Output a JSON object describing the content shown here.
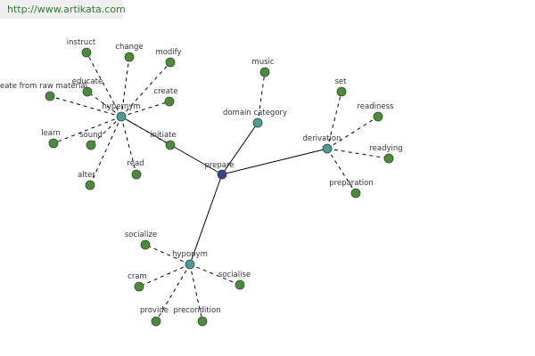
{
  "banner": {
    "url": "http://www.artikata.com"
  },
  "colors": {
    "center": "#3a3f8f",
    "hub": "#4c9a9a",
    "leaf": "#4b8b3b",
    "edge": "#000000",
    "banner_text": "#2e7d32"
  },
  "graph": {
    "center": {
      "id": "prepare",
      "label": "prepare"
    },
    "hubs": [
      {
        "id": "hypernym",
        "label": "hypernym",
        "leaves": [
          "instruct",
          "change",
          "modify",
          "educate",
          "create from raw material",
          "create",
          "learn",
          "sound",
          "initiate",
          "alter",
          "read"
        ]
      },
      {
        "id": "domain-category",
        "label": "domain category",
        "leaves": [
          "music"
        ]
      },
      {
        "id": "derivation",
        "label": "derivation",
        "leaves": [
          "set",
          "readiness",
          "readying",
          "preparation"
        ]
      },
      {
        "id": "hyponym",
        "label": "hyponym",
        "leaves": [
          "socialize",
          "cram",
          "socialise",
          "provide",
          "precondition"
        ]
      }
    ]
  }
}
